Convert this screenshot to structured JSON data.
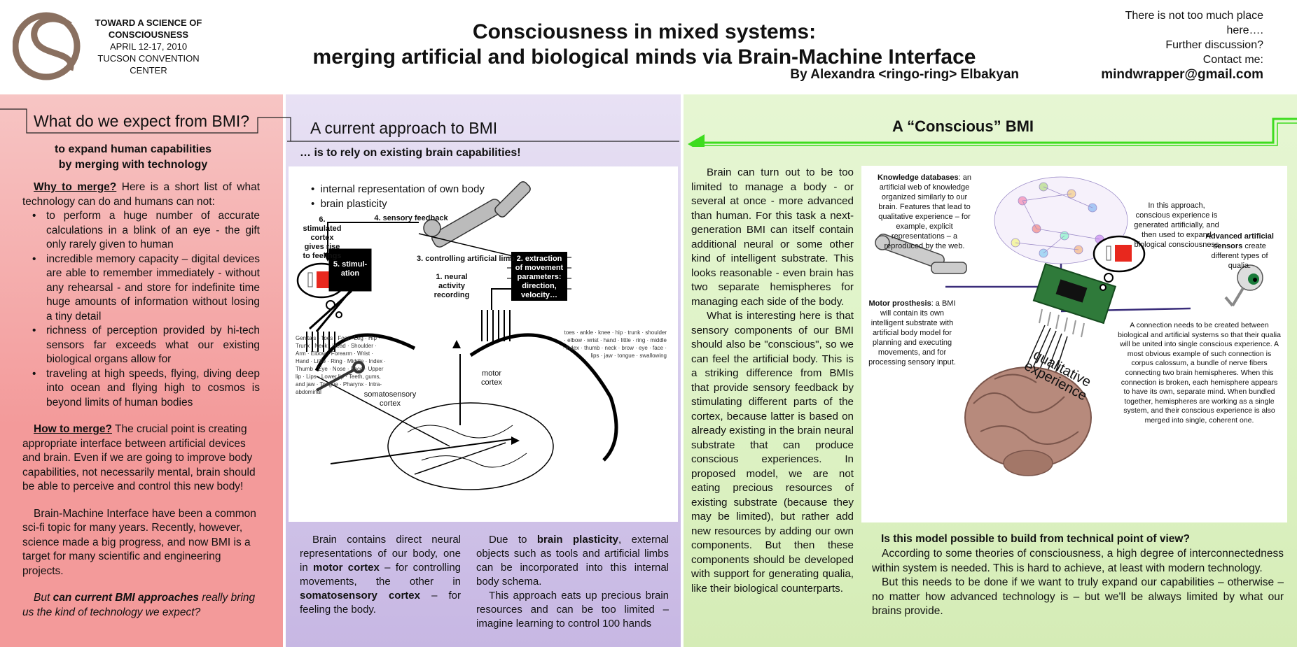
{
  "header": {
    "conference": [
      "TOWARD A SCIENCE OF",
      "CONSCIOUSNESS",
      "APRIL 12-17, 2010",
      "TUCSON CONVENTION",
      "CENTER"
    ],
    "title_line1": "Consciousness in mixed systems:",
    "title_line2": "merging artificial and biological minds via Brain-Machine Interface",
    "byline": "By Alexandra <ringo-ring> Elbakyan",
    "contact_lines": [
      "There is not too much place",
      "here….",
      "Further discussion?",
      "Contact me:"
    ],
    "email": "mindwrapper@gmail.com"
  },
  "col1": {
    "heading": "What do we expect from BMI?",
    "subheading_line1": "to expand human capabilities",
    "subheading_line2": "by merging with technology",
    "why_label": "Why to merge?",
    "why_text": " Here is a short list of what technology can do and humans can not:",
    "bullets": [
      "to perform a huge number of accurate calculations in a blink of an eye - the gift only rarely given to human",
      "incredible memory capacity – digital devices are able to remember immediately - without any rehearsal - and store for indefinite time huge amounts of information without losing a tiny detail",
      "richness of perception provided by hi-tech sensors far exceeds what our existing biological organs allow for",
      "traveling at high speeds, flying, diving deep into ocean and flying high to cosmos is beyond limits of human bodies"
    ],
    "how_label": "How to merge?",
    "how_text": " The crucial point is creating appropriate interface between artificial devices and brain. Even if we are going to improve body capabilities, not necessarily mental, brain should be able to perceive and control this new body!",
    "para3": "Brain-Machine Interface have been a common sci-fi topic for many years. Recently, however, science made a big progress, and now BMI is a target for many scientific and engineering projects.",
    "q_pre": "But  ",
    "q_bold": "can current BMI approaches",
    "q_post": " really bring us the kind of technology we expect?"
  },
  "col2": {
    "heading": "A current approach to BMI",
    "subheading": "… is to rely on existing brain capabilities!",
    "diagram_bullets": [
      "internal representation of own body",
      "brain plasticity"
    ],
    "diagram_labels": {
      "stimulated": "6. stimulated cortex gives rise to feelings",
      "feedback": "4. sensory feedback",
      "stimulation": "5. stimul-ation",
      "controlling": "3. controlling artificial limb",
      "extraction": "2. extraction of movement parameters: direction, velocity…",
      "recording": "1. neural activity recording",
      "somato": "somatosensory cortex",
      "motor": "motor cortex"
    },
    "homunculus_left": [
      "Genitals",
      "Toes",
      "Foot",
      "Leg",
      "Hip",
      "Trunk",
      "Neck",
      "Head",
      "Shoulder",
      "Arm",
      "Elbow",
      "Forearm",
      "Wrist",
      "Hand",
      "Little",
      "Ring",
      "Middle",
      "Index",
      "Thumb",
      "Eye",
      "Nose",
      "Face",
      "Upper lip",
      "Lips",
      "Lower lip",
      "Teeth, gums, and jaw",
      "Tongue",
      "Pharynx",
      "Intra-abdominal"
    ],
    "homunculus_right": [
      "toes",
      "ankle",
      "knee",
      "hip",
      "trunk",
      "shoulder",
      "elbow",
      "wrist",
      "hand",
      "little",
      "ring",
      "middle",
      "index",
      "thumb",
      "neck",
      "brow",
      "eye",
      "face",
      "lips",
      "jaw",
      "tongue",
      "swallowing"
    ],
    "text1_pre": "Brain contains direct neural representations of our body, one in ",
    "text1_b1": "motor cortex",
    "text1_mid": " – for controlling movements, the other in ",
    "text1_b2": "somatosensory cortex",
    "text1_post": " – for feeling the body.",
    "text2_pre": "Due to ",
    "text2_bold": "brain plasticity",
    "text2_post": ", external objects such as tools and artificial limbs can be incorporated into this internal body schema.",
    "text3": "This approach eats up precious brain resources and can be too limited – imagine learning to control 100 hands"
  },
  "col3": {
    "heading": "A “Conscious” BMI",
    "para1": "Brain can turn out to be too limited to manage a body - or several at once - more advanced than human. For this task a next-generation BMI can itself contain additional neural or some other kind of intelligent substrate. This looks reasonable - even brain has two separate hemispheres for managing each side of the body.",
    "para2": "What is interesting here is that sensory components of our BMI should also be \"conscious\", so we can feel the artificial body. This is a striking difference from BMIs that provide sensory feedback by stimulating different parts of the cortex, because latter is based on already existing in the brain neural substrate that can produce conscious experiences. In proposed model, we are not eating precious resources of existing substrate (because they may be limited), but rather add new resources by adding our own components. But then these components should be developed with support for generating qualia, like their biological counterparts.",
    "fig": {
      "kdb_bold": "Knowledge databases",
      "kdb_text": ": an artificial web of knowledge organized similarly to our brain. Features that lead to qualitative experience – for example, explicit representations – a reproduced by the web.",
      "approach": "In this approach, conscious experience is generated artificially, and then  used to expand biological consciousness",
      "sensors_bold": "Advanced artificial sensors",
      "sensors_text": "create different types of qualia.",
      "motor_bold": "Motor prosthesis",
      "motor_text": ": a BMI will contain its own intelligent substrate with artificial body model for planning and executing movements, and for processing sensory input.",
      "qualitative": "qualitative experience",
      "connection": "A connection needs to be created between biological and artificial systems so that their qualia will be united into single conscious experience. A most obvious example of such connection is corpus calossum, a bundle of nerve fibers connecting two brain hemispheres. When this connection is broken, each hemisphere appears to have its own, separate mind. When bundled together, hemispheres are working as a single system, and their conscious experience is also merged into single, coherent one."
    },
    "question": "Is this model possible to build from technical point of view?",
    "bottom1": "According to some theories of  consciousness, a high degree of interconnectedness within system is needed. This is hard to achieve, at least with modern technology.",
    "bottom2": "But  this needs to be done if we want to truly expand our capabilities – otherwise – no matter how advanced technology is – but we'll be always limited by what our brains provide."
  },
  "colors": {
    "col1": "#f39a9a",
    "col2": "#cfc3e9",
    "col3": "#ddf2c4",
    "arrow_green": "#3ddc1e",
    "link_purple": "#3a2d7a"
  }
}
